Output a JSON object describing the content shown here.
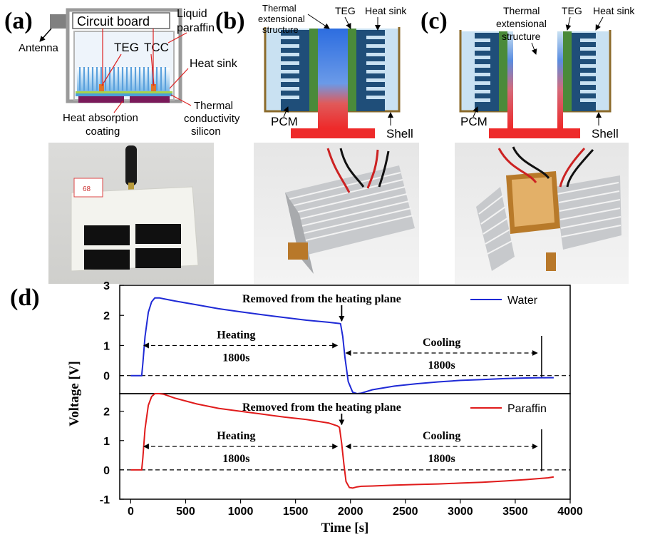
{
  "panels": {
    "a": {
      "tag": "(a)",
      "labels": {
        "circuit_board": "Circuit board",
        "liquid": "Liquid",
        "paraffin": "paraffin",
        "antenna": "Antenna",
        "teg": "TEG",
        "tcc": "TCC",
        "heat_sink": "Heat sink",
        "heat_absorption": "Heat absorption",
        "coating": "coating",
        "thermal": "Thermal",
        "conductivity": "conductivity",
        "silicon": "silicon"
      },
      "photo_tag": "68"
    },
    "b": {
      "tag": "(b)",
      "labels": {
        "thermal": "Thermal",
        "extensional": "extensional",
        "structure": "structure",
        "teg": "TEG",
        "heat_sink": "Heat sink",
        "pcm": "PCM",
        "shell": "Shell"
      }
    },
    "c": {
      "tag": "(c)",
      "labels": {
        "thermal": "Thermal",
        "extensional": "extensional",
        "structure": "structure",
        "teg": "TEG",
        "heat_sink": "Heat sink",
        "pcm": "PCM",
        "shell": "Shell"
      }
    },
    "d": {
      "tag": "(d)"
    }
  },
  "colors": {
    "pcm_fill": "#c9e1f2",
    "fin_blue": "#1f4e79",
    "teg_green": "#4a8a3a",
    "shell_brown": "#8b6a2a",
    "heater_red": "#ee2a2a",
    "water_line": "#1f2ad6",
    "paraffin_line": "#e01b1b"
  },
  "chart_data": {
    "type": "line",
    "xlabel": "Time [s]",
    "ylabel": "Voltage [V]",
    "xlim": [
      -100,
      4000
    ],
    "xticks": [
      0,
      500,
      1000,
      1500,
      2000,
      2500,
      3000,
      3500,
      4000
    ],
    "subplots": [
      {
        "series": [
          {
            "name": "Water",
            "color": "#1f2ad6",
            "x": [
              0,
              100,
              110,
              130,
              160,
              190,
              220,
              260,
              300,
              400,
              600,
              800,
              1000,
              1200,
              1400,
              1600,
              1800,
              1900,
              1910,
              1930,
              1950,
              1980,
              2020,
              2060,
              2100,
              2200,
              2400,
              2600,
              2800,
              3000,
              3200,
              3400,
              3600,
              3800,
              3850
            ],
            "y": [
              0,
              0,
              0.4,
              1.3,
              2.1,
              2.45,
              2.58,
              2.58,
              2.55,
              2.48,
              2.35,
              2.22,
              2.12,
              2.02,
              1.93,
              1.84,
              1.77,
              1.73,
              1.72,
              1.3,
              0.6,
              -0.2,
              -0.55,
              -0.6,
              -0.58,
              -0.47,
              -0.35,
              -0.27,
              -0.21,
              -0.16,
              -0.13,
              -0.1,
              -0.08,
              -0.07,
              -0.07
            ]
          }
        ],
        "ylim": [
          -0.6,
          3.0
        ],
        "yticks": [
          0,
          1,
          2,
          3
        ],
        "annotation": "Removed from the heating plane",
        "heating_label": "Heating",
        "heating_duration": "1800s",
        "cooling_label": "Cooling",
        "cooling_duration": "1800s"
      },
      {
        "series": [
          {
            "name": "Paraffin",
            "color": "#e01b1b",
            "x": [
              0,
              100,
              110,
              130,
              160,
              190,
              220,
              260,
              300,
              400,
              600,
              800,
              1000,
              1200,
              1400,
              1600,
              1800,
              1880,
              1900,
              1920,
              1940,
              1960,
              1990,
              2020,
              2060,
              2100,
              2200,
              2400,
              2600,
              2800,
              3000,
              3200,
              3400,
              3600,
              3800,
              3850
            ],
            "y": [
              0,
              0,
              0.4,
              1.4,
              2.2,
              2.5,
              2.6,
              2.6,
              2.58,
              2.45,
              2.25,
              2.1,
              2.0,
              1.9,
              1.8,
              1.72,
              1.6,
              1.5,
              1.45,
              0.9,
              0.2,
              -0.4,
              -0.6,
              -0.62,
              -0.58,
              -0.56,
              -0.55,
              -0.52,
              -0.5,
              -0.48,
              -0.45,
              -0.42,
              -0.38,
              -0.33,
              -0.27,
              -0.24
            ]
          }
        ],
        "ylim": [
          -1.0,
          2.6
        ],
        "yticks": [
          -1,
          0,
          1,
          2
        ],
        "annotation": "Removed from the heating plane",
        "heating_label": "Heating",
        "heating_duration": "1800s",
        "cooling_label": "Cooling",
        "cooling_duration": "1800s"
      }
    ]
  }
}
